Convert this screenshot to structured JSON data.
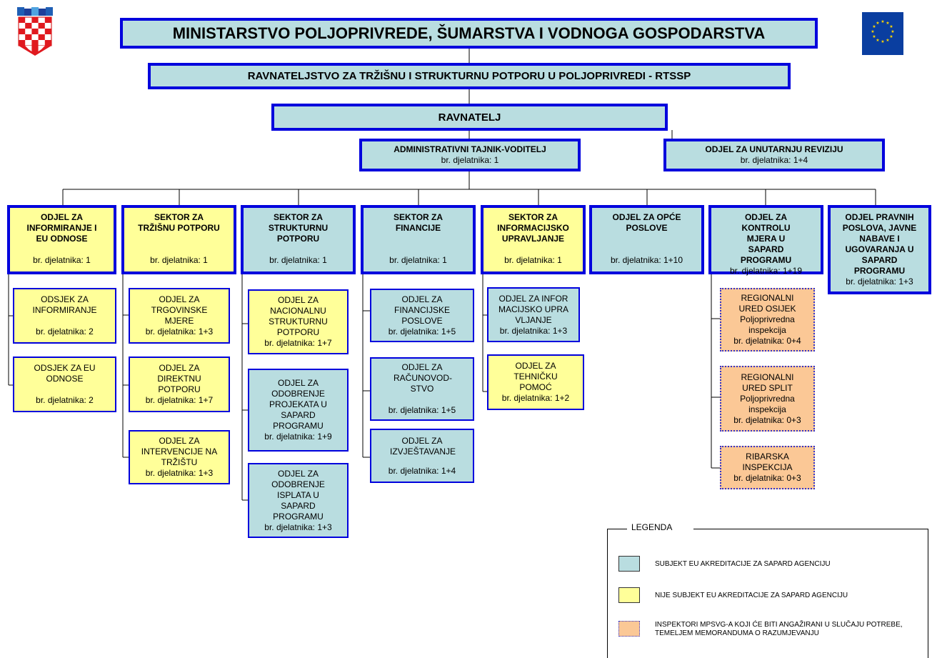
{
  "header": {
    "ministry": "MINISTARSTVO POLJOPRIVREDE, ŠUMARSTVA I VODNOGA GOSPODARSTVA",
    "directorate": "RAVNATELJSTVO ZA TRŽIŠNU I STRUKTURNU POTPORU U POLJOPRIVREDI - RTSSP",
    "director": "RAVNATELJ"
  },
  "staff_units": [
    {
      "name": "ADMINISTRATIVNI TAJNIK-VODITELJ",
      "employees": "br. djelatnika: 1"
    },
    {
      "name": "ODJEL ZA UNUTARNJU REVIZIJU",
      "employees": "br. djelatnika: 1+4"
    }
  ],
  "departments": [
    {
      "name": "ODJEL ZA INFORMIRANJE I EU ODNOSE",
      "employees": "br. djelatnika: 1",
      "type": "yellow",
      "subunits": [
        {
          "name": "ODSJEK ZA INFORMIRANJE",
          "employees": "br. djelatnika: 2"
        },
        {
          "name": "ODSJEK ZA EU ODNOSE",
          "employees": "br. djelatnika: 2"
        }
      ]
    },
    {
      "name": "SEKTOR ZA TRŽIŠNU POTPORU",
      "employees": "br. djelatnika: 1",
      "type": "yellow",
      "subunits": [
        {
          "name": "ODJEL ZA TRGOVINSKE MJERE",
          "employees": "br. djelatnika: 1+3"
        },
        {
          "name": "ODJEL ZA DIREKTNU POTPORU",
          "employees": "br. djelatnika: 1+7"
        },
        {
          "name": "ODJEL ZA INTERVENCIJE NA TRŽIŠTU",
          "employees": "br. djelatnika: 1+3"
        }
      ]
    },
    {
      "name": "SEKTOR ZA STRUKTURNU POTPORU",
      "employees": "br. djelatnika: 1",
      "type": "blue",
      "subunits": [
        {
          "name": "ODJEL ZA NACIONALNU STRUKTURNU POTPORU",
          "employees": "br. djelatnika: 1+7",
          "type": "yellow"
        },
        {
          "name": "ODJEL ZA ODOBRENJE PROJEKATA U SAPARD PROGRAMU",
          "employees": "br. djelatnika: 1+9",
          "type": "blue"
        },
        {
          "name": "ODJEL ZA ODOBRENJE ISPLATA U SAPARD PROGRAMU",
          "employees": "br. djelatnika: 1+3",
          "type": "blue"
        }
      ]
    },
    {
      "name": "SEKTOR ZA FINANCIJE",
      "employees": "br. djelatnika: 1",
      "type": "blue",
      "subunits": [
        {
          "name": "ODJEL ZA FINANCIJSKE POSLOVE",
          "employees": "br. djelatnika: 1+5"
        },
        {
          "name": "ODJEL ZA RAČUNOVOD-STVO",
          "employees": "br. djelatnika: 1+5"
        },
        {
          "name": "ODJEL ZA IZVJEŠTAVANJE",
          "employees": "br. djelatnika: 1+4"
        }
      ]
    },
    {
      "name": "SEKTOR ZA INFORMACIJSKO UPRAVLJANJE",
      "employees": "br. djelatnika: 1",
      "type": "yellow",
      "subunits": [
        {
          "name": "ODJEL ZA INFORMACIJSKO UPRAVLJANJE",
          "employees": "br. djelatnika: 1+3",
          "type": "blue"
        },
        {
          "name": "ODJEL ZA TEHNIČKU POMOĆ",
          "employees": "br. djelatnika: 1+2",
          "type": "yellow"
        }
      ]
    },
    {
      "name": "ODJEL ZA OPĆE POSLOVE",
      "employees": "br. djelatnika: 1+10",
      "type": "blue",
      "subunits": []
    },
    {
      "name": "ODJEL ZA KONTROLU MJERA U SAPARD PROGRAMU",
      "employees": "br. djelatnika: 1+19",
      "type": "blue",
      "subunits": [
        {
          "name": "REGIONALNI URED OSIJEK Poljoprivredna inspekcija",
          "employees": "br. djelatnika: 0+4"
        },
        {
          "name": "REGIONALNI URED SPLIT Poljoprivredna inspekcija",
          "employees": "br. djelatnika: 0+3"
        },
        {
          "name": "RIBARSKA INSPEKCIJA",
          "employees": "br. djelatnika: 0+3"
        }
      ]
    },
    {
      "name": "ODJEL PRAVNIH POSLOVA, JAVNE NABAVE I UGOVARANJA U SAPARD PROGRAMU",
      "employees": "br. djelatnika: 1+3",
      "type": "blue",
      "subunits": []
    }
  ],
  "legend": {
    "title": "LEGENDA",
    "items": [
      {
        "text": "SUBJEKT EU AKREDITACIJE ZA SAPARD AGENCIJU",
        "color": "#b9dde0"
      },
      {
        "text": "NIJE SUBJEKT EU AKREDITACIJE ZA SAPARD AGENCIJU",
        "color": "#ffff99"
      },
      {
        "text": "INSPEKTORI MPSVG-A KOJI ĆE BITI ANGAŽIRANI U SLUČAJU POTREBE, TEMELJEM MEMORANDUMA O RAZUMJEVANJU",
        "color": "#fbc896"
      }
    ]
  },
  "colors": {
    "accredited": "#b9dde0",
    "not_accredited": "#ffff99",
    "inspectors": "#fbc896",
    "border": "#0000dd"
  },
  "icons": [
    "croatian-coat-of-arms-icon",
    "eu-flag-icon"
  ]
}
